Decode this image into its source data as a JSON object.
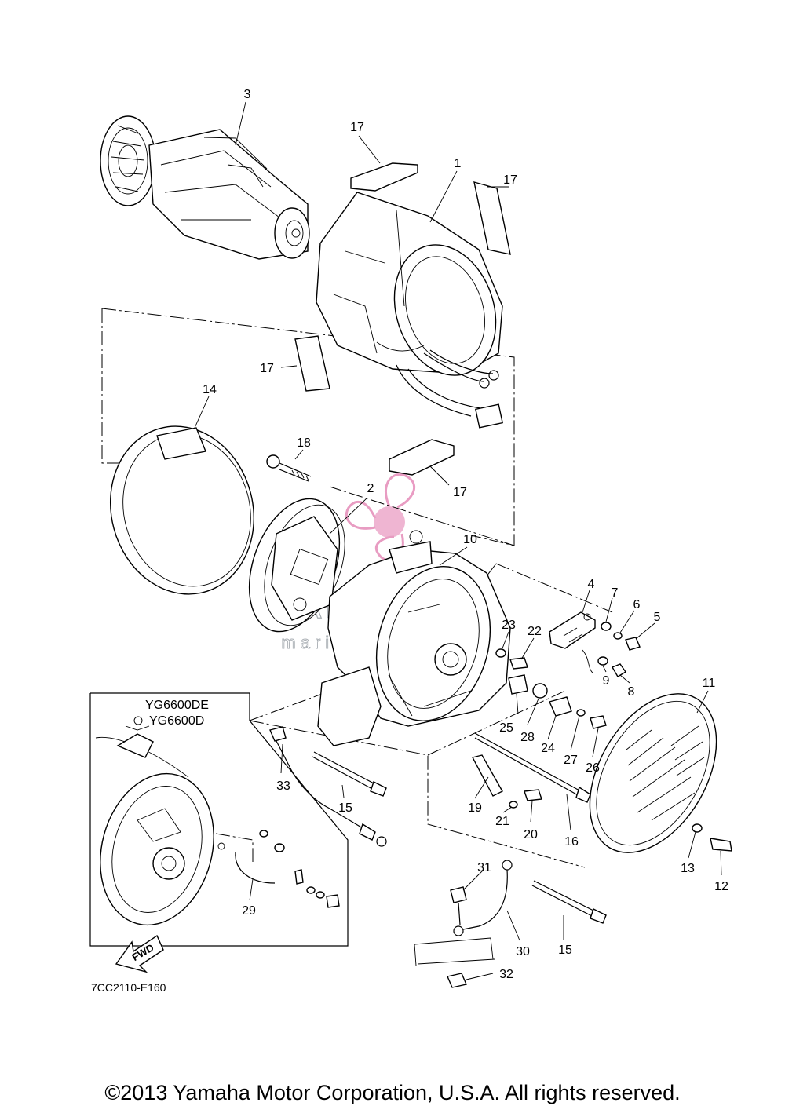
{
  "diagram": {
    "reference_code": "7CC2110-E160",
    "inset": {
      "models": [
        "YG6600DE",
        "YG6600D"
      ]
    },
    "direction_badge": "FWD",
    "watermark": {
      "brand": "ARMADA",
      "tagline": "marine outboards",
      "accent_color": "#e58bb8"
    },
    "callouts": [
      {
        "label": "3"
      },
      {
        "label": "17"
      },
      {
        "label": "1"
      },
      {
        "label": "17"
      },
      {
        "label": "17"
      },
      {
        "label": "14"
      },
      {
        "label": "18"
      },
      {
        "label": "17"
      },
      {
        "label": "2"
      },
      {
        "label": "10"
      },
      {
        "label": "4"
      },
      {
        "label": "7"
      },
      {
        "label": "6"
      },
      {
        "label": "5"
      },
      {
        "label": "23"
      },
      {
        "label": "22"
      },
      {
        "label": "9"
      },
      {
        "label": "8"
      },
      {
        "label": "11"
      },
      {
        "label": "25"
      },
      {
        "label": "28"
      },
      {
        "label": "24"
      },
      {
        "label": "27"
      },
      {
        "label": "26"
      },
      {
        "label": "33"
      },
      {
        "label": "15"
      },
      {
        "label": "19"
      },
      {
        "label": "21"
      },
      {
        "label": "20"
      },
      {
        "label": "16"
      },
      {
        "label": "13"
      },
      {
        "label": "12"
      },
      {
        "label": "29"
      },
      {
        "label": "31"
      },
      {
        "label": "30"
      },
      {
        "label": "15"
      },
      {
        "label": "32"
      }
    ]
  },
  "footer": {
    "copyright": "©2013 Yamaha Motor Corporation, U.S.A. All rights reserved."
  }
}
